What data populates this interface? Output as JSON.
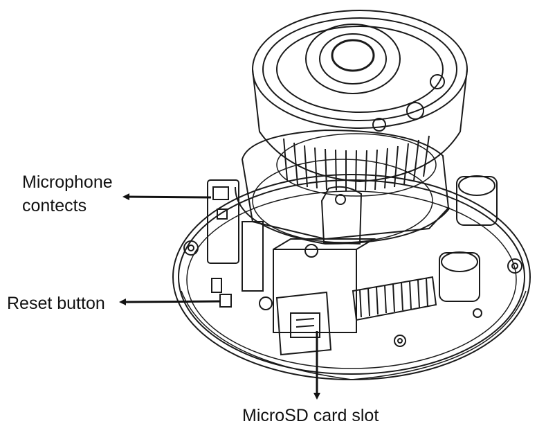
{
  "labels": {
    "microphone_line1": "Microphone",
    "microphone_line2": "contects",
    "reset": "Reset button",
    "microsd": "MicroSD card slot"
  }
}
